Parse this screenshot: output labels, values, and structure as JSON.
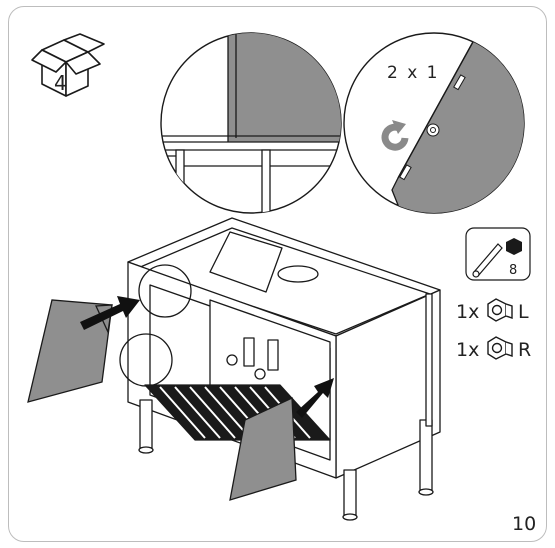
{
  "box_step": "4",
  "detail_callout": {
    "quantity_label": "2 x 1"
  },
  "tool": {
    "size_label": "8"
  },
  "parts": [
    {
      "qty": "1x",
      "side": "L"
    },
    {
      "qty": "1x",
      "side": "R"
    }
  ],
  "page_number": "10",
  "colors": {
    "panel_gray": "#8f8f8f",
    "line": "#1a1a1a",
    "arrow": "#111111",
    "rotate_icon": "#8a8a8a"
  }
}
